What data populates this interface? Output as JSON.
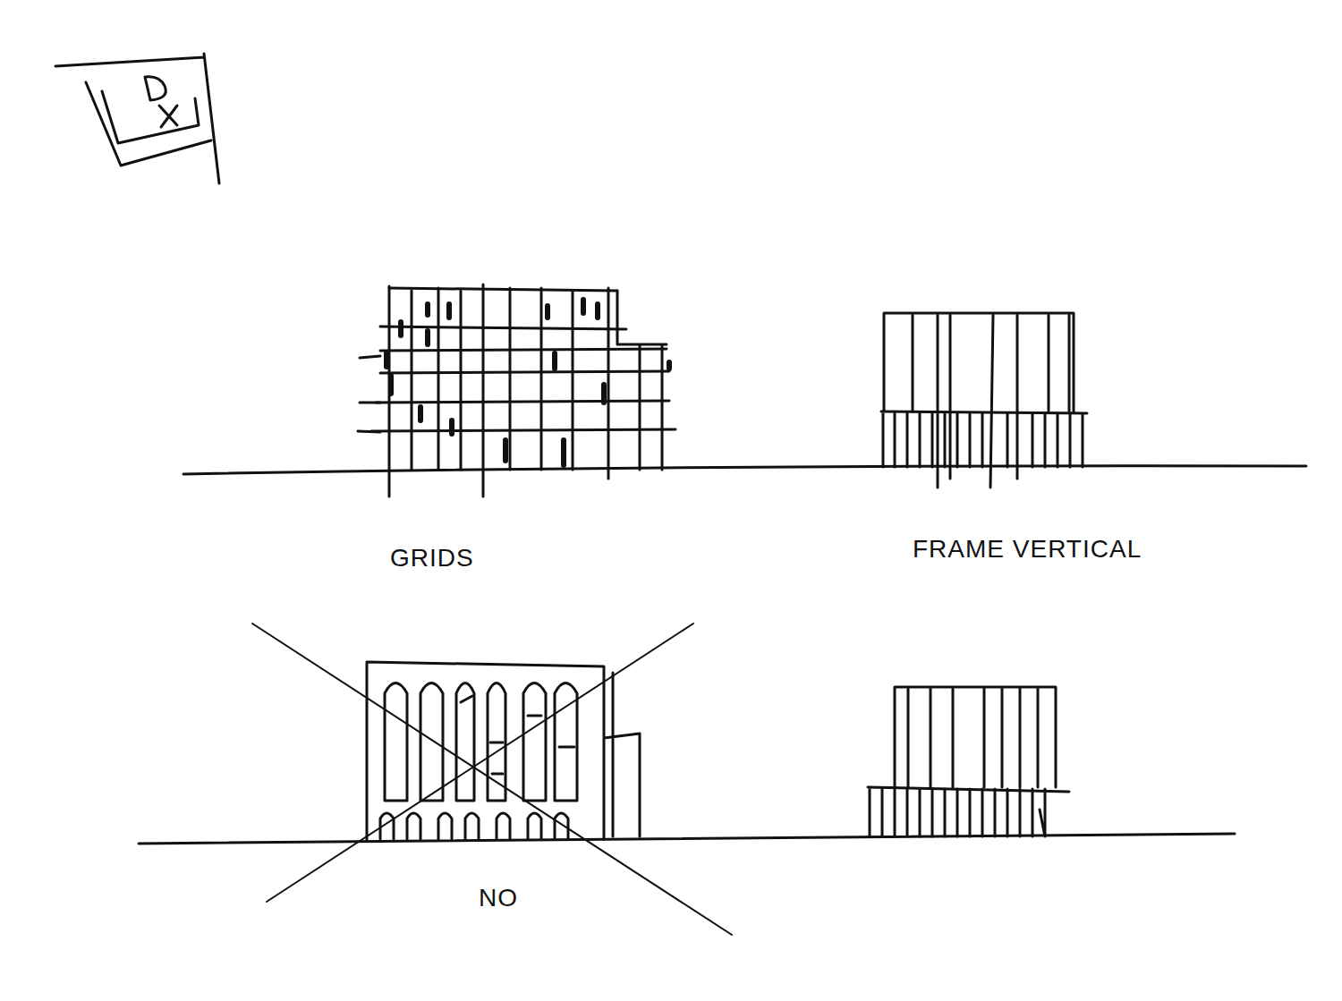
{
  "diagram": {
    "labels": [
      "GRIDS",
      "FRAME VERTICAL",
      "NO"
    ]
  }
}
